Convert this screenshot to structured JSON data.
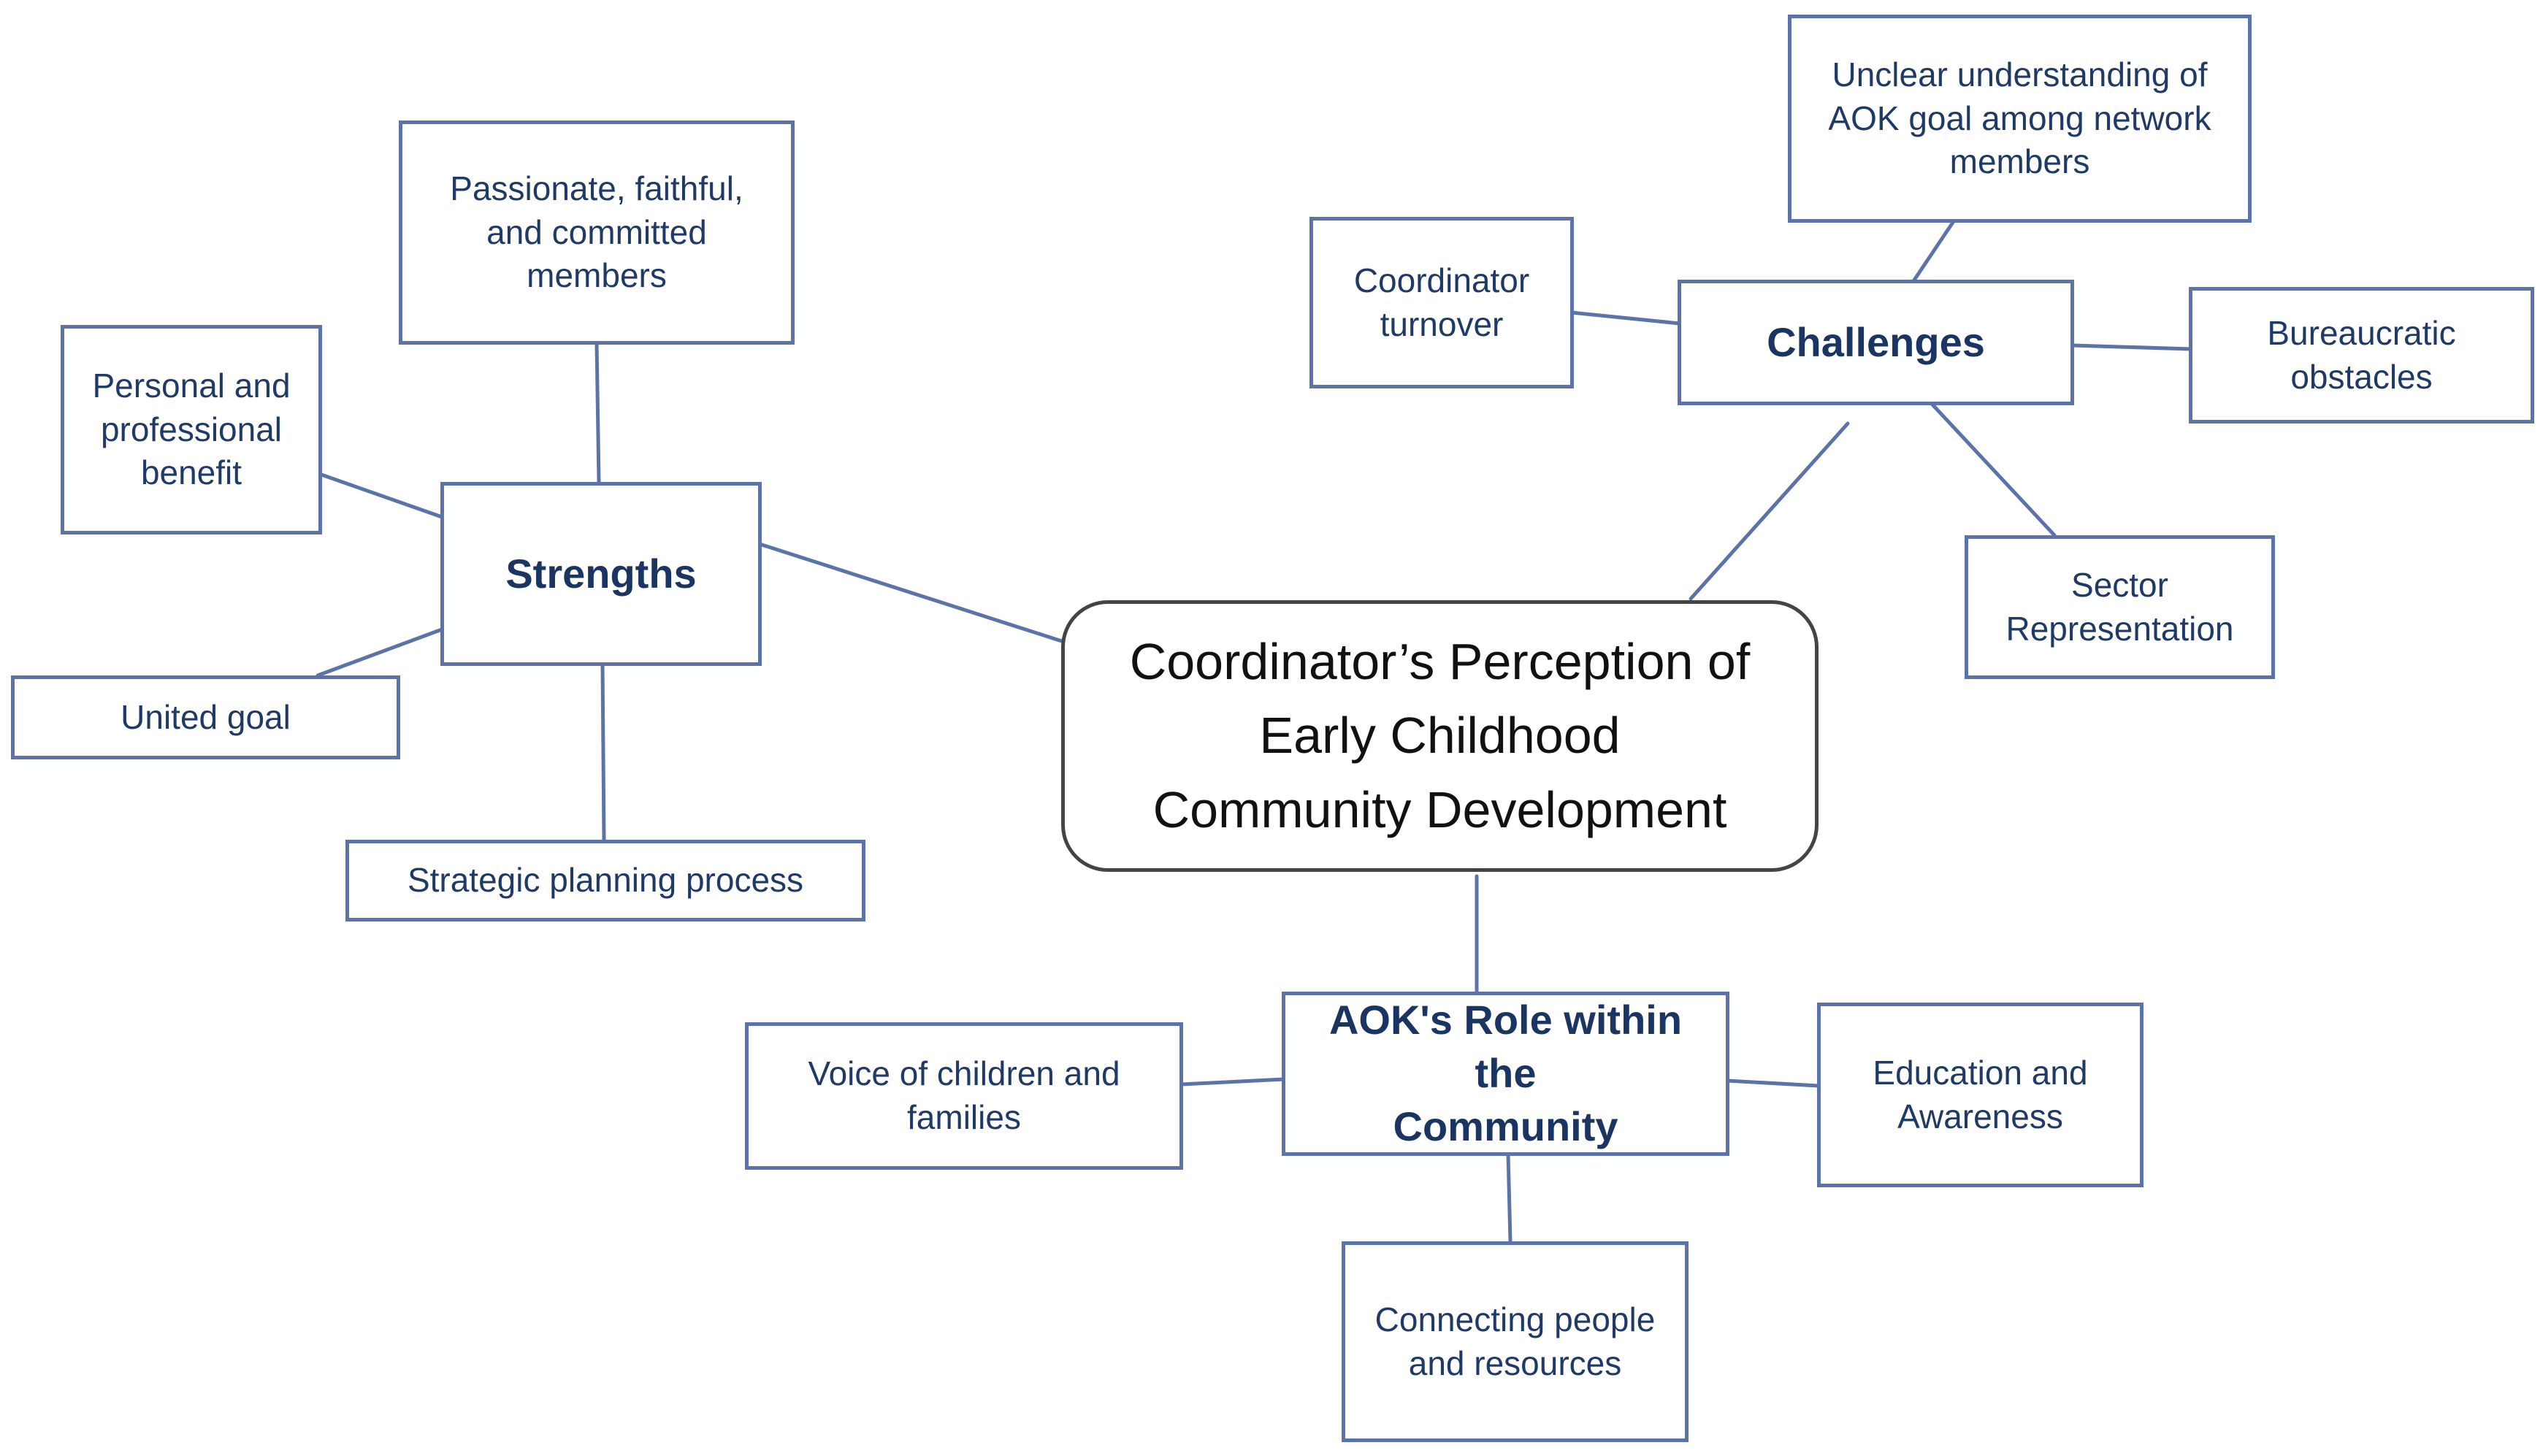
{
  "diagram": {
    "type": "concept-map",
    "colors": {
      "box_border": "#5b73a8",
      "line": "#5b73a8",
      "text": "#1f3a66",
      "center_border": "#444444"
    },
    "center": {
      "label": "Coordinator’s Perception of\nEarly Childhood\nCommunity Development"
    },
    "strengths": {
      "label": "Strengths",
      "items": [
        "Passionate, faithful,\nand committed\nmembers",
        "Personal and\nprofessional\nbenefit",
        "United goal",
        "Strategic planning process"
      ]
    },
    "challenges": {
      "label": "Challenges",
      "items": [
        "Unclear understanding of\nAOK goal among network\nmembers",
        "Coordinator\nturnover",
        "Bureaucratic\nobstacles",
        "Sector\nRepresentation"
      ]
    },
    "role": {
      "label": "AOK's Role within the\nCommunity",
      "items": [
        "Voice of children and\nfamilies",
        "Education and\nAwareness",
        "Connecting people\nand resources"
      ]
    }
  }
}
